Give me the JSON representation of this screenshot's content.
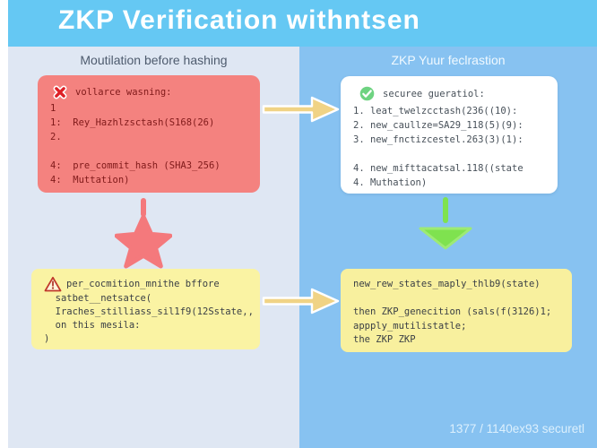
{
  "header": {
    "title": "ZKP Verification withntsen"
  },
  "left_panel": {
    "title": "Moutilation before hashing",
    "error_box": {
      "icon": "x-cross",
      "heading": "vollarce wasning:",
      "lines": [
        "1",
        "1:  Rey_Hazhlzsctash(S168(26)",
        "2.",
        "",
        "4:  pre_commit_hash (SHA3_256)",
        "4:  Muttation)"
      ]
    },
    "warning_box": {
      "icon": "warning-triangle",
      "heading": "per_cocmition_mnithe bffore",
      "lines": [
        "  satbet__netsatce(",
        "  Iraches_stilliass_sil1f9(12Sstate,,",
        "  on this mesila:",
        ")"
      ]
    }
  },
  "right_panel": {
    "title": "ZKP Yuur feclrastion",
    "success_box": {
      "icon": "check-circle",
      "heading": "securee gueratiol:",
      "lines": [
        "1. leat_twelzcctash(236((10):",
        "2. new_caullze=SA29_118(5)(9):",
        "3. new_fnctizcestel.263(3)(1):",
        "",
        "4. new_mifttacatsal.118((state",
        "4. Muthation)"
      ]
    },
    "result_box": {
      "lines": [
        "new_rew_states_maply_thlb9(state)",
        "",
        "then ZKP_genecition (sals(f(3126)1;",
        "appply_mutilistatle;",
        "the ZKP ZKP"
      ]
    },
    "footer": "1377 / 1140ex93 securetl"
  },
  "colors": {
    "header_bg": "#65c8f3",
    "left_panel_bg": "#dfe7f3",
    "right_panel_bg": "#87c2f1",
    "error_box_bg": "#f4827f",
    "success_box_bg": "#ffffff",
    "yellow_box_bg": "#faf3a3",
    "arrow_fill": "#f0d385",
    "star_fill": "#f4797c",
    "triangle_fill": "#7fe24f"
  }
}
